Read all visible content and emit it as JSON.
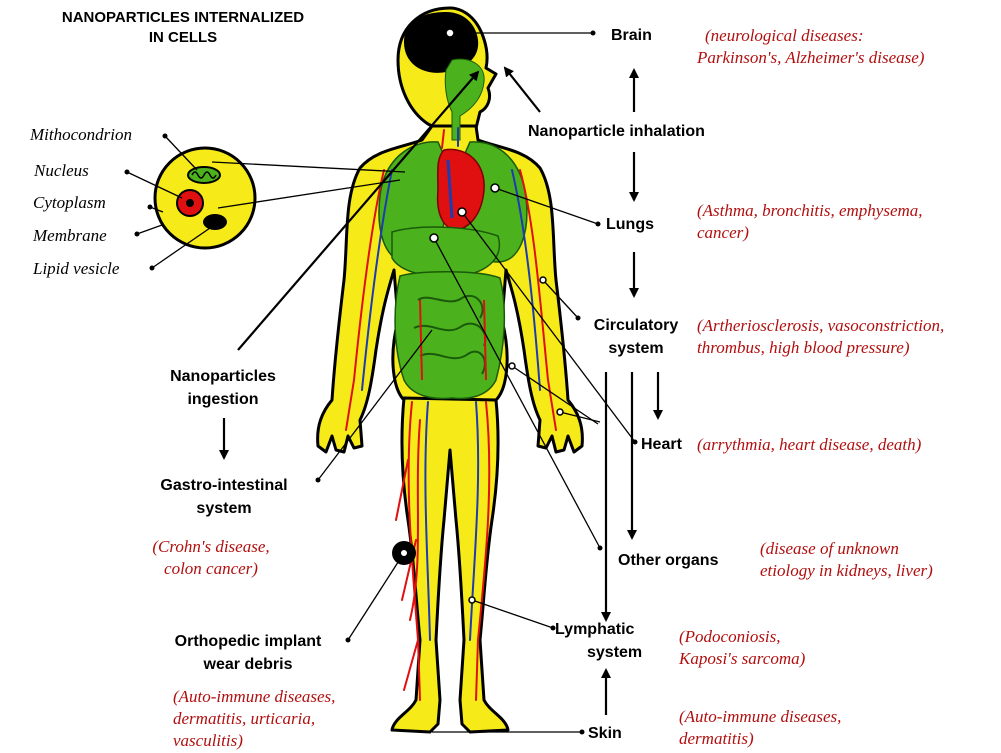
{
  "title": [
    "NANOPARTICLES INTERNALIZED",
    "IN CELLS"
  ],
  "cell_parts": [
    "Mithocondrion",
    "Nucleus",
    "Cytoplasm",
    "Membrane",
    "Lipid vesicle"
  ],
  "routes": {
    "inhalation": "Nanoparticle inhalation",
    "ingestion": [
      "Nanoparticles",
      "ingestion"
    ],
    "implant": [
      "Orthopedic implant",
      "wear debris"
    ]
  },
  "organs": {
    "brain": "Brain",
    "lungs": "Lungs",
    "circulatory": [
      "Circulatory",
      "system"
    ],
    "heart": "Heart",
    "other": "Other organs",
    "lymphatic": [
      "Lymphatic",
      "system"
    ],
    "skin": "Skin",
    "gi": [
      "Gastro-intestinal",
      "system"
    ]
  },
  "diseases": {
    "brain": [
      "(neurological diseases:",
      "Parkinson's, Alzheimer's disease)"
    ],
    "lungs": [
      "(Asthma, bronchitis, emphysema,",
      "cancer)"
    ],
    "circulatory": [
      "(Artheriosclerosis, vasoconstriction,",
      "thrombus, high blood pressure)"
    ],
    "heart": "(arrythmia, heart disease, death)",
    "other": [
      "(disease of unknown",
      "etiology in kidneys, liver)"
    ],
    "lymphatic": [
      "(Podoconiosis,",
      "Kaposi's sarcoma)"
    ],
    "skin": [
      "(Auto-immune diseases,",
      "dermatitis)"
    ],
    "gi": [
      "(Crohn's disease,",
      "colon cancer)"
    ],
    "implant": [
      "(Auto-immune diseases,",
      "dermatitis, urticaria,",
      "vasculitis)"
    ]
  },
  "colors": {
    "body": "#f7ea19",
    "organs": "#4bb21d",
    "blood": "#e01010",
    "vein": "#1e3bb0",
    "disease_text": "#b10f0f",
    "outline": "#000000"
  }
}
